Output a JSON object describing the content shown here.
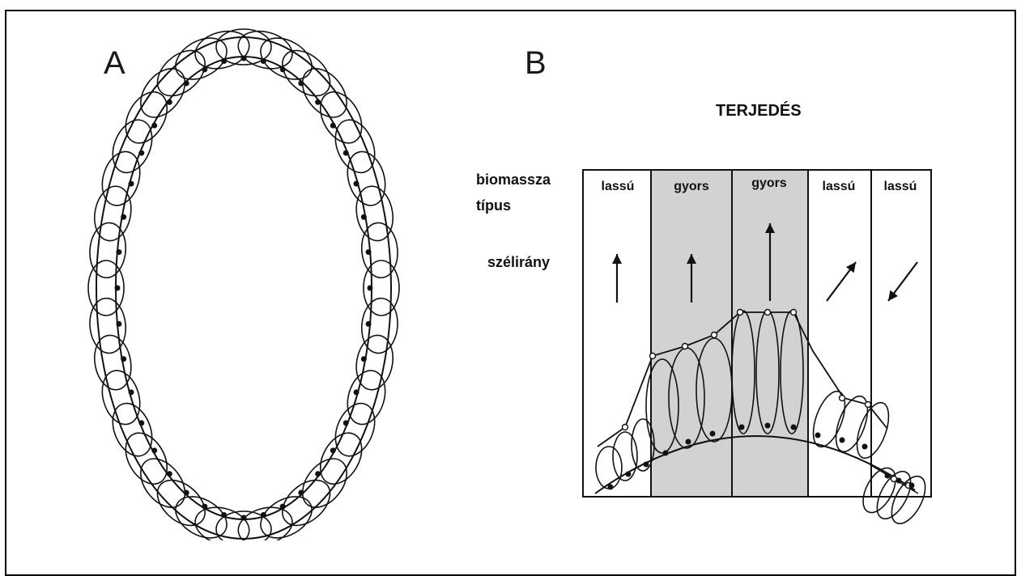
{
  "panels": {
    "a": {
      "letter": "A"
    },
    "b": {
      "letter": "B",
      "title": "TERJEDÉS",
      "row_labels": {
        "biomass_line1": "biomassza",
        "biomass_line2": "típus",
        "wind": "szélirány"
      },
      "columns": [
        {
          "type": "lassú",
          "shaded": false,
          "wind": "up"
        },
        {
          "type": "gyors",
          "shaded": true,
          "wind": "up"
        },
        {
          "type": "gyors",
          "shaded": true,
          "wind": "up-long"
        },
        {
          "type": "lassú",
          "shaded": false,
          "wind": "up-right"
        },
        {
          "type": "lassú",
          "shaded": false,
          "wind": "down-left"
        }
      ]
    }
  },
  "colors": {
    "line": "#111111",
    "shade": "#d4d1d4",
    "background": "#ffffff"
  }
}
